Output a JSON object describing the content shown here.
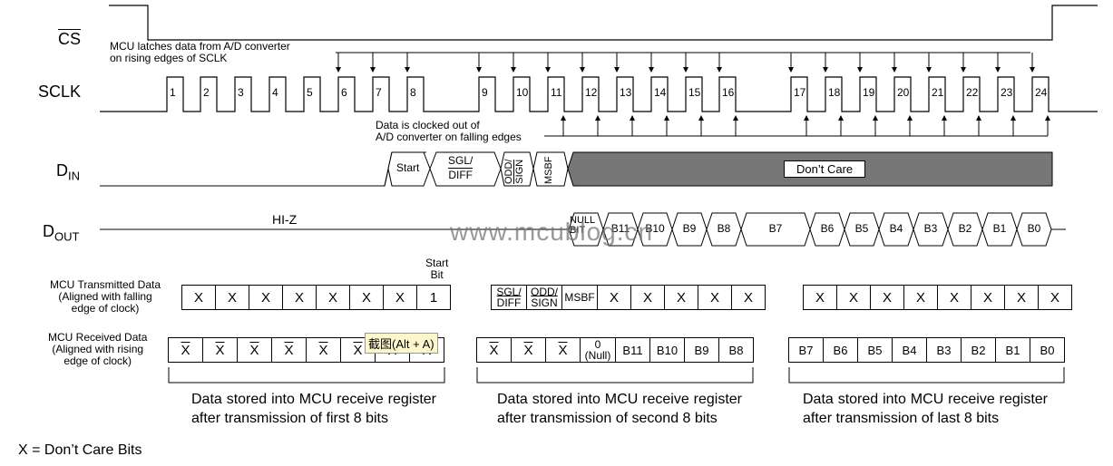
{
  "signals": {
    "cs": "CS",
    "sclk": "SCLK",
    "din": "D",
    "din_sub": "IN",
    "dout": "D",
    "dout_sub": "OUT"
  },
  "notes": {
    "latch_line1": "MCU latches data from A/D converter",
    "latch_line2": "on rising edges of SCLK",
    "clock_line1": "Data is clocked out of",
    "clock_line2": "A/D converter on falling edges",
    "hiz": "HI-Z",
    "dont_care": "Don’t Care",
    "start_bit_1": "Start",
    "start_bit_2": "Bit",
    "legend": "X = Don’t Care Bits",
    "watermark": "www.mcublog.cn",
    "tooltip": "截图(Alt + A)"
  },
  "sclk_numbers": [
    "1",
    "2",
    "3",
    "4",
    "5",
    "6",
    "7",
    "8",
    "9",
    "10",
    "11",
    "12",
    "13",
    "14",
    "15",
    "16",
    "17",
    "18",
    "19",
    "20",
    "21",
    "22",
    "23",
    "24"
  ],
  "din_fields": {
    "start": "Start",
    "sgl": "SGL/",
    "diff": "DIFF",
    "odd": "ODD/",
    "sign": "SIGN",
    "msbf": "MSBF"
  },
  "dout_fields": {
    "null1": "NULL",
    "null2": "BIT",
    "bits": [
      "B11",
      "B10",
      "B9",
      "B8",
      "B7",
      "B6",
      "B5",
      "B4",
      "B3",
      "B2",
      "B1",
      "B0"
    ]
  },
  "transmitted": {
    "label1": "MCU Transmitted Data",
    "label2": "(Aligned with falling",
    "label3": "edge of clock)",
    "group1": [
      "X",
      "X",
      "X",
      "X",
      "X",
      "X",
      "X",
      "1"
    ],
    "group2_head": {
      "sgl": "SGL/",
      "diff": "DIFF",
      "odd": "ODD/",
      "sign": "SIGN",
      "msbf": "MSBF"
    },
    "group2": [
      "X",
      "X",
      "X",
      "X",
      "X"
    ],
    "group3": [
      "X",
      "X",
      "X",
      "X",
      "X",
      "X",
      "X",
      "X"
    ]
  },
  "received": {
    "label1": "MCU Received Data",
    "label2": "(Aligned with rising",
    "label3": "edge of clock)",
    "group1": [
      "X",
      "X",
      "X",
      "X",
      "X",
      "X",
      "X",
      "X"
    ],
    "group2": [
      "X",
      "X",
      "X"
    ],
    "group2_null1": "0",
    "group2_null2": "(Null)",
    "group2_bits": [
      "B11",
      "B10",
      "B9",
      "B8"
    ],
    "group3": [
      "B7",
      "B6",
      "B5",
      "B4",
      "B3",
      "B2",
      "B1",
      "B0"
    ]
  },
  "descriptions": [
    "Data stored into MCU receive register after transmission of first 8 bits",
    "Data stored into MCU receive register after transmission of second 8 bits",
    "Data stored into MCU receive register after transmission of last 8 bits"
  ]
}
